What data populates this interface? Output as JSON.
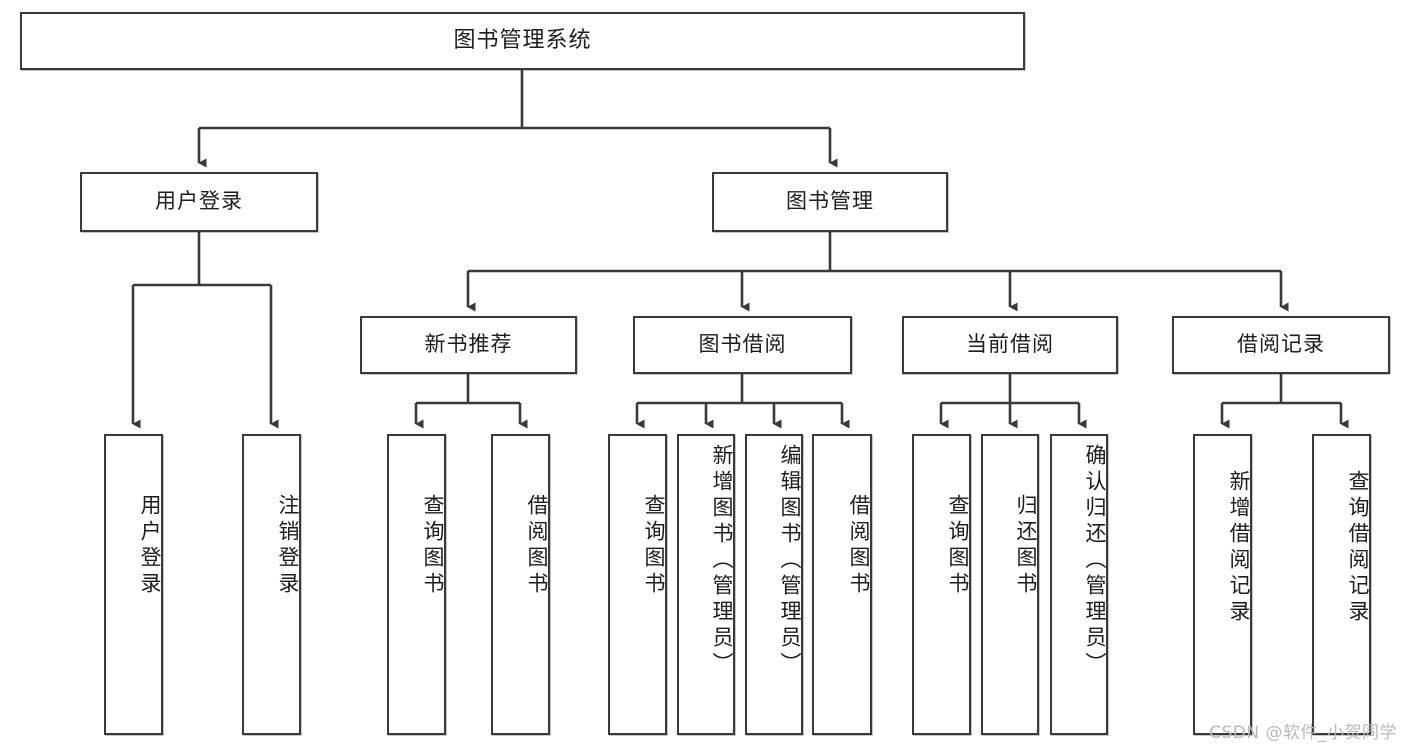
{
  "diagram": {
    "title": "图书管理系统",
    "watermark": "CSDN @软件_小贺同学",
    "stroke_color": "#3a3a3a",
    "fill_color": "#ffffff",
    "text_color": "#1d1d1d",
    "watermark_color": "#b9b9b9",
    "levels": {
      "root": {
        "label": "图书管理系统"
      },
      "level2": [
        {
          "label": "用户登录"
        },
        {
          "label": "图书管理"
        }
      ],
      "level3": [
        {
          "label": "新书推荐"
        },
        {
          "label": "图书借阅"
        },
        {
          "label": "当前借阅"
        },
        {
          "label": "借阅记录"
        }
      ],
      "leaves": [
        {
          "label": "用户登录",
          "parent": "用户登录"
        },
        {
          "label": "注销登录",
          "parent": "用户登录"
        },
        {
          "label": "查询图书",
          "parent": "新书推荐"
        },
        {
          "label": "借阅图书",
          "parent": "新书推荐"
        },
        {
          "label": "查询图书",
          "parent": "图书借阅"
        },
        {
          "label": "新增图书（管理员）",
          "parent": "图书借阅"
        },
        {
          "label": "编辑图书（管理员）",
          "parent": "图书借阅"
        },
        {
          "label": "借阅图书",
          "parent": "图书借阅"
        },
        {
          "label": "查询图书",
          "parent": "当前借阅"
        },
        {
          "label": "归还图书",
          "parent": "当前借阅"
        },
        {
          "label": "确认归还（管理员）",
          "parent": "当前借阅"
        },
        {
          "label": "新增借阅记录",
          "parent": "借阅记录"
        },
        {
          "label": "查询借阅记录",
          "parent": "借阅记录"
        }
      ]
    }
  }
}
